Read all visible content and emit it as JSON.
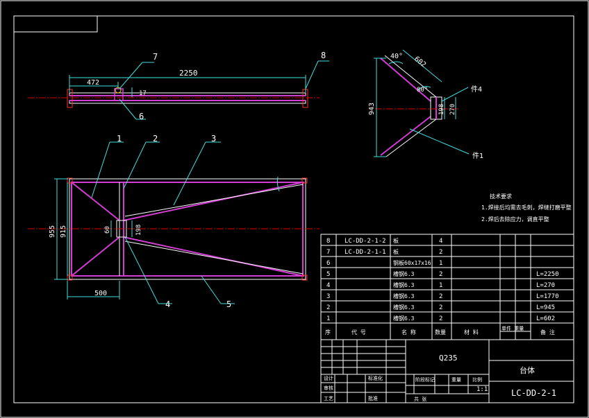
{
  "title_block_material": "Q235",
  "title_block_name": "台体",
  "title_block_code": "LC-DD-2-1",
  "scale": "1:1",
  "tech_req": {
    "heading": "技术要求",
    "line1": "1.焊接后均需去毛刺，焊缝打磨平整",
    "line2": "2.焊后去除应力，调直平整"
  },
  "top_view": {
    "dim_total": "2250",
    "dim_left": "472",
    "dim_small": "17",
    "label_7": "7",
    "label_8": "8",
    "label_6": "6"
  },
  "plan_view": {
    "dim_955": "955",
    "dim_915": "915",
    "dim_500": "500",
    "dim_60": "60",
    "dim_198": "198",
    "label_1": "1",
    "label_2": "2",
    "label_3": "3",
    "label_4": "4",
    "label_5": "5"
  },
  "side_view": {
    "dim_40": "40°",
    "dim_602": "602",
    "dim_943": "943",
    "dim_80": "80°",
    "dim_198": "198",
    "dim_270": "270",
    "label_p4": "件4",
    "label_p1": "件1"
  },
  "bom": [
    {
      "no": "8",
      "code": "LC-DD-2-1-2",
      "name": "板",
      "qty": "4",
      "note": ""
    },
    {
      "no": "7",
      "code": "LC-DD-2-1-1",
      "name": "板",
      "qty": "2",
      "note": ""
    },
    {
      "no": "6",
      "code": "",
      "name": "钢板60x17x16",
      "qty": "1",
      "note": ""
    },
    {
      "no": "5",
      "code": "",
      "name": "槽钢6.3",
      "qty": "2",
      "note": "L=2250"
    },
    {
      "no": "4",
      "code": "",
      "name": "槽钢6.3",
      "qty": "1",
      "note": "L=270"
    },
    {
      "no": "3",
      "code": "",
      "name": "槽钢6.3",
      "qty": "2",
      "note": "L=1770"
    },
    {
      "no": "2",
      "code": "",
      "name": "槽钢6.3",
      "qty": "2",
      "note": "L=945"
    },
    {
      "no": "1",
      "code": "",
      "name": "槽钢6.3",
      "qty": "2",
      "note": "L=602"
    }
  ],
  "bom_header": {
    "no": "序",
    "code": "代 号",
    "name": "名 称",
    "qty": "数量",
    "mat": "材 料",
    "wt": "单件 重量",
    "note": "备 注"
  },
  "tb_labels": {
    "l1": "设计",
    "l2": "审核",
    "l3": "工艺",
    "l4": "标准化",
    "l5": "批准",
    "l6": "阶段标记",
    "l7": "重量",
    "l8": "比例",
    "l9": "共 张"
  }
}
